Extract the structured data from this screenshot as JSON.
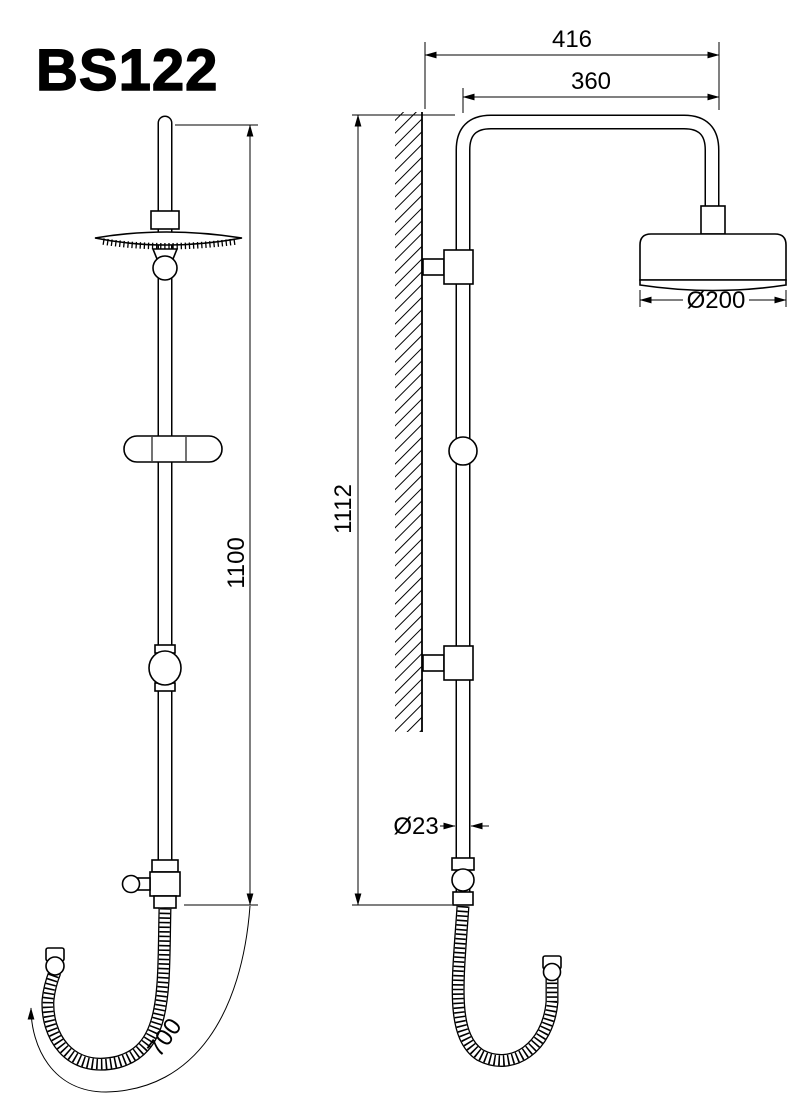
{
  "title": "BS122",
  "colors": {
    "ink": "#000000",
    "paper": "#ffffff"
  },
  "views": {
    "front": {
      "height_label": "1100",
      "hose_length_label": "700"
    },
    "side": {
      "overall_reach_label": "416",
      "arm_reach_label": "360",
      "head_diameter_label": "Ø200",
      "height_label": "1112",
      "pipe_diameter_label": "Ø23"
    }
  }
}
